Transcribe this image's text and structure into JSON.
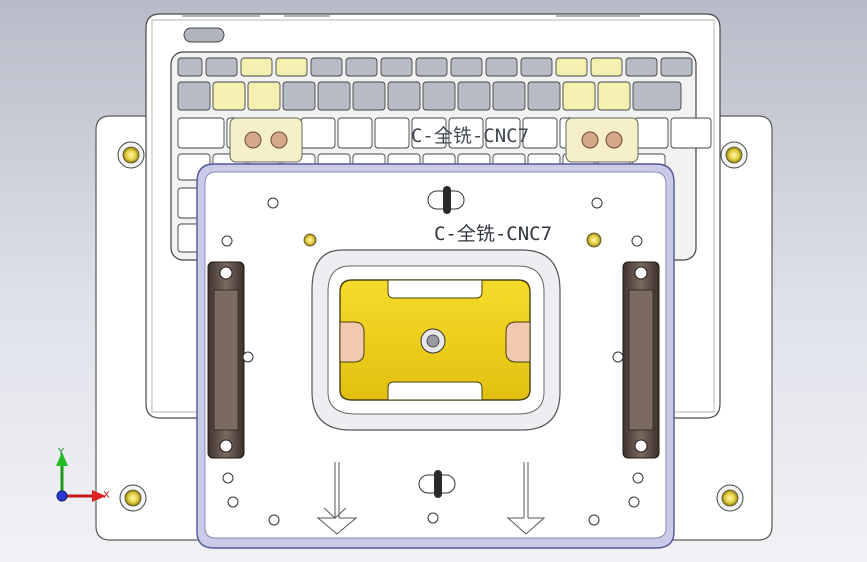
{
  "viewport": {
    "background_top": "#b8bcc8",
    "background_bottom": "#f2f2f6"
  },
  "labels": {
    "part_mark_back": "C-全铣-CNC7",
    "part_mark_front": "C-全铣-CNC7"
  },
  "triad": {
    "x_label": "X",
    "y_label": "Y"
  },
  "colors": {
    "plate_edge": "#7676b4",
    "insert_yellow": "#f1d21c",
    "clamp_brown": "#5e5048",
    "keycap_yellow": "#f4f0b0",
    "locating_pin": "#e8d870"
  }
}
